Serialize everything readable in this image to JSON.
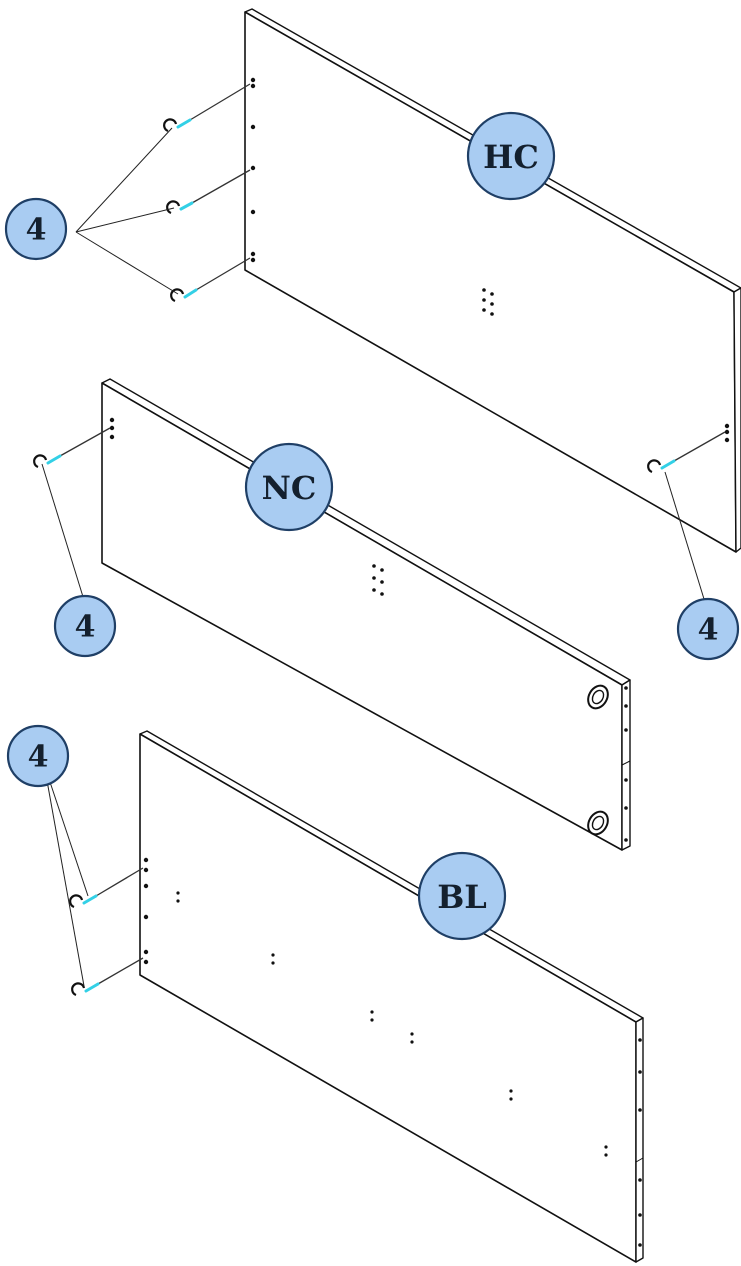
{
  "colors": {
    "badge_fill": "#a9ccf2",
    "badge_stroke": "#1f3f66",
    "badge_text": "#14202e",
    "fastener_accent": "#33d0e6",
    "line": "#111111",
    "background": "#ffffff"
  },
  "panels": [
    {
      "id": "hc",
      "label": "HC"
    },
    {
      "id": "nc",
      "label": "NC"
    },
    {
      "id": "bl",
      "label": "BL"
    }
  ],
  "callouts": [
    {
      "id": "callout-hc-left",
      "label": "4",
      "icon": "cam-lock-icon"
    },
    {
      "id": "callout-hc-right",
      "label": "4",
      "icon": "cam-lock-icon"
    },
    {
      "id": "callout-nc-left",
      "label": "4",
      "icon": "cam-lock-icon"
    },
    {
      "id": "callout-bl-left",
      "label": "4",
      "icon": "cam-lock-icon"
    }
  ]
}
